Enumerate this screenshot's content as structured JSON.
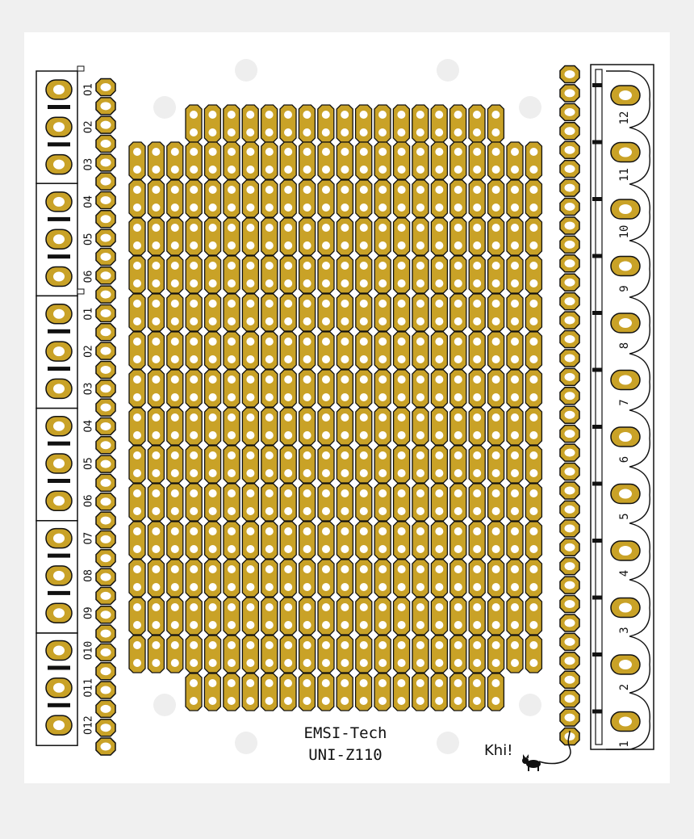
{
  "board": {
    "brand": "EMSI-Tech",
    "model": "UNI-Z110",
    "signature": "Khi!",
    "colors": {
      "page_bg": "#f0f0f0",
      "board_bg": "#ffffff",
      "pad_gold": "#c9a227",
      "pad_hole": "#ffffff",
      "outline": "#111111",
      "mount_hole": "#eeeeee"
    }
  },
  "left_terminal_labels": [
    "O1",
    "O2",
    "O3",
    "O4",
    "O5",
    "O6",
    "O1",
    "O2",
    "O3",
    "O4",
    "O5",
    "O6",
    "O7",
    "O8",
    "O9",
    "O10",
    "O11",
    "O12"
  ],
  "right_connector_labels": [
    "12",
    "11",
    "10",
    "9",
    "8",
    "7",
    "6",
    "5",
    "4",
    "3",
    "2",
    "1"
  ]
}
